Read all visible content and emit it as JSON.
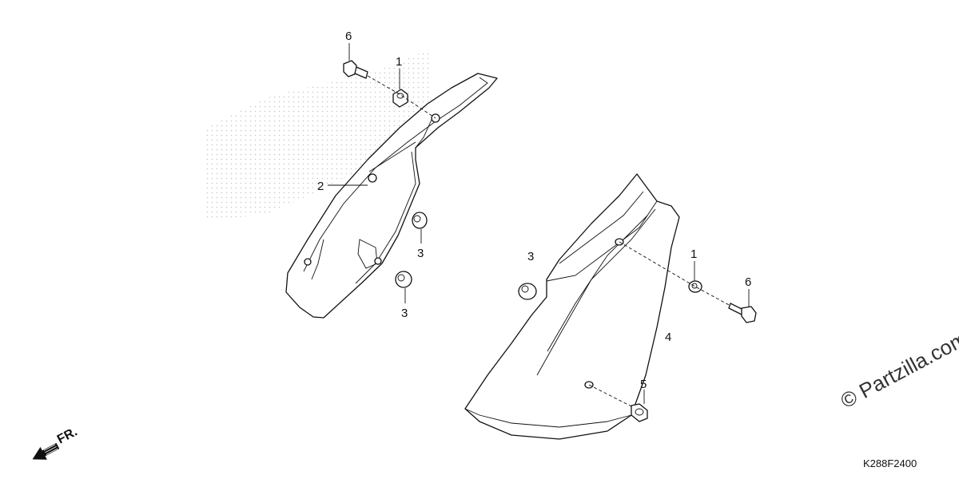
{
  "diagram": {
    "callouts": [
      {
        "id": "c6a",
        "label": "6"
      },
      {
        "id": "c1a",
        "label": "1"
      },
      {
        "id": "c2",
        "label": "2"
      },
      {
        "id": "c3a",
        "label": "3"
      },
      {
        "id": "c3b",
        "label": "3"
      },
      {
        "id": "c3c",
        "label": "3"
      },
      {
        "id": "c1b",
        "label": "1"
      },
      {
        "id": "c6b",
        "label": "6"
      },
      {
        "id": "c4",
        "label": "4"
      },
      {
        "id": "c5",
        "label": "5"
      }
    ],
    "direction_label": "FR.",
    "diagram_code": "K288F2400",
    "watermark": "© Partzilla.com"
  }
}
